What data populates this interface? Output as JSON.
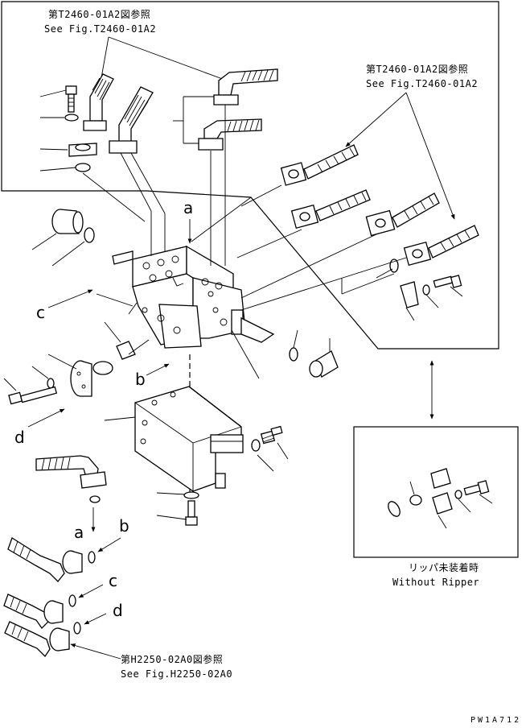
{
  "references": {
    "top_left_jp": "第T2460-01A2図参照",
    "top_left_en": "See Fig.T2460-01A2",
    "top_right_jp": "第T2460-01A2図参照",
    "top_right_en": "See Fig.T2460-01A2",
    "bottom_jp": "第H2250-02A0図参照",
    "bottom_en": "See Fig.H2250-02A0"
  },
  "inset": {
    "caption_jp": "リッパ未装着時",
    "caption_en": "Without Ripper"
  },
  "letters": {
    "a_top": "a",
    "b_mid": "b",
    "c_mid": "c",
    "d_mid": "d",
    "a_bot": "a",
    "b_bot": "b",
    "c_bot": "c",
    "d_bot": "d"
  },
  "drawing_code": "PW1A712"
}
